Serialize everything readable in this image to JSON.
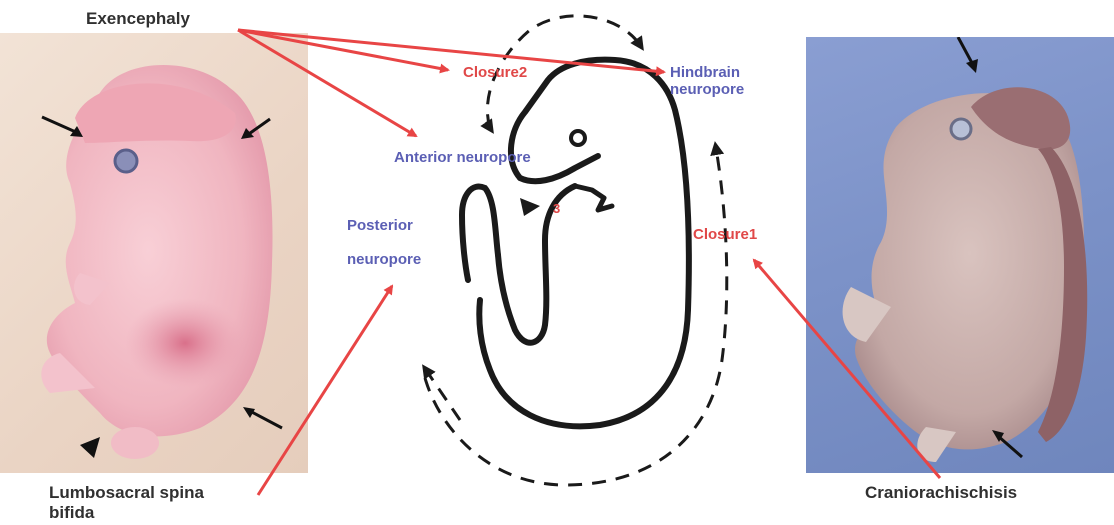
{
  "labels": {
    "exencephaly": "Exencephaly",
    "closure2": "Closure2",
    "hindbrain_neuropore": "Hindbrain\nneuropore",
    "anterior_neuropore": "Anterior neuropore",
    "closure3": "3",
    "posterior_neuropore_line1": "Posterior",
    "posterior_neuropore_line2": "neuropore",
    "closure1": "Closure1",
    "lumbosacral": "Lumbosacral spina\nbifida",
    "craniorachischisis": "Craniorachischisis"
  },
  "colors": {
    "label_dark": "#303030",
    "label_blue": "#5b5fb4",
    "label_red": "#e04848",
    "pointer_red": "#e84545",
    "outline": "#1a1a1a"
  },
  "photos": {
    "left": "mouse embryo with exencephaly and lumbosacral spina bifida",
    "right": "mouse embryo with craniorachischisis"
  }
}
